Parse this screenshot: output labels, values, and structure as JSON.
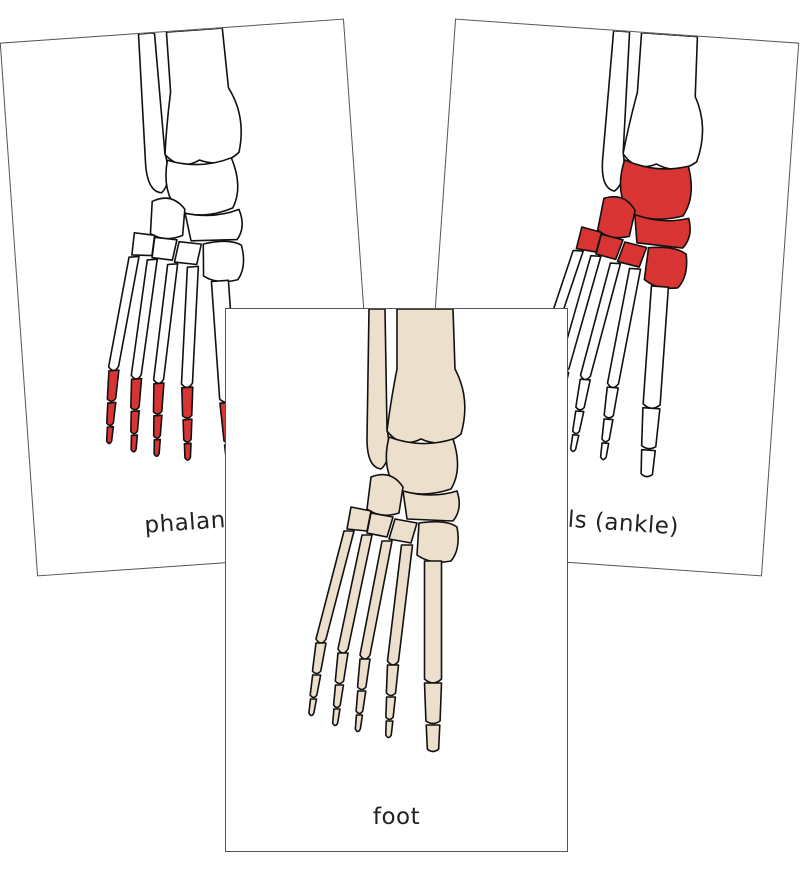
{
  "cards": [
    {
      "id": "left",
      "label": "phalanges",
      "highlight": "phalanges",
      "fill": "#ffffff",
      "highlight_color": "#d93434"
    },
    {
      "id": "right",
      "label": "tarsals (ankle)",
      "highlight": "tarsals",
      "fill": "#ffffff",
      "highlight_color": "#d93434"
    },
    {
      "id": "front",
      "label": "foot",
      "highlight": "none",
      "fill": "#ecdfcc",
      "highlight_color": "#ecdfcc"
    }
  ]
}
